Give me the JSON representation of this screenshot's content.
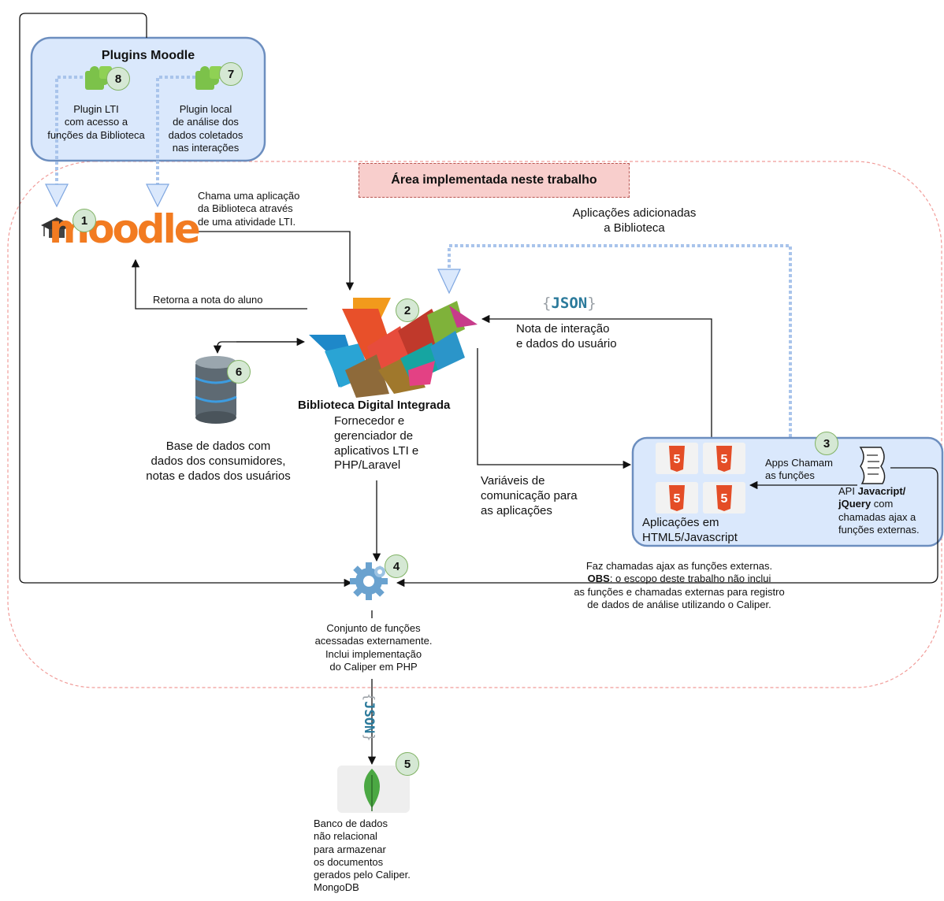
{
  "area_title": "Área implementada neste trabalho",
  "plugins": {
    "title": "Plugins Moodle",
    "lti": "Plugin LTI\ncom acesso a\nfunções da Biblioteca",
    "local": "Plugin local\nde análise dos\ndados coletados\nnas interações"
  },
  "badges": [
    "1",
    "2",
    "3",
    "4",
    "5",
    "6",
    "7",
    "8"
  ],
  "moodle_logo": "moodle",
  "json_label": "JSON",
  "labels": {
    "chama": "Chama uma aplicação\nda Biblioteca através\nde uma atividade LTI.",
    "retorna": "Retorna a nota do aluno",
    "aplicacoes_adicionadas": "Aplicações adicionadas\na Biblioteca",
    "nota_interacao": "Nota de interação\ne dados do usuário",
    "biblioteca_title": "Biblioteca Digital Integrada",
    "biblioteca_desc": "Fornecedor e\ngerenciador de\naplicativos LTI e\nPHP/Laravel",
    "base_dados": "Base de dados com\ndados dos consumidores,\nnotas e dados dos usuários",
    "variaveis": "Variáveis de\ncomunicação para\nas aplicações",
    "apps_chamam": "Apps Chamam\nas funções",
    "aplicacoes_html5": "Aplicações em\nHTML5/Javascript",
    "api_1": "API ",
    "api_bold1": "Javacript/",
    "api_bold2": "jQuery",
    "api_2": " com\nchamadas ajax a\nfunções externas.",
    "faz_chamadas": "Faz chamadas ajax as funções externas.",
    "obs_bold": "OBS",
    "obs_text": ": o escopo deste trabalho não inclui\nas funções e chamadas externas para  registro\nde dados de análise utilizando o Caliper.",
    "conjunto": "Conjunto de funções\nacessadas externamente.\nInclui implementação\ndo Caliper em PHP",
    "banco": "Banco de dados\nnão relacional\npara armazenar\nos documentos\ngerados pelo Caliper.\nMongoDB"
  },
  "colors": {
    "plugins_fill": "#dae8fc",
    "plugins_stroke": "#6c8ebf",
    "area_fill": "#f8cecc",
    "area_border": "#f19c99",
    "badge_fill": "#d5e8d4",
    "badge_stroke": "#82b366",
    "moodle_orange": "#f27b21",
    "json_blue": "#2b7a9b",
    "html5_orange": "#e44d26",
    "arrow_dashed_blue": "#a9c4eb"
  },
  "icons": [
    "puzzle-icon",
    "graduation-cap-icon",
    "database-icon",
    "gear-icon",
    "mongodb-leaf-icon",
    "script-scroll-icon",
    "html5-icon"
  ]
}
